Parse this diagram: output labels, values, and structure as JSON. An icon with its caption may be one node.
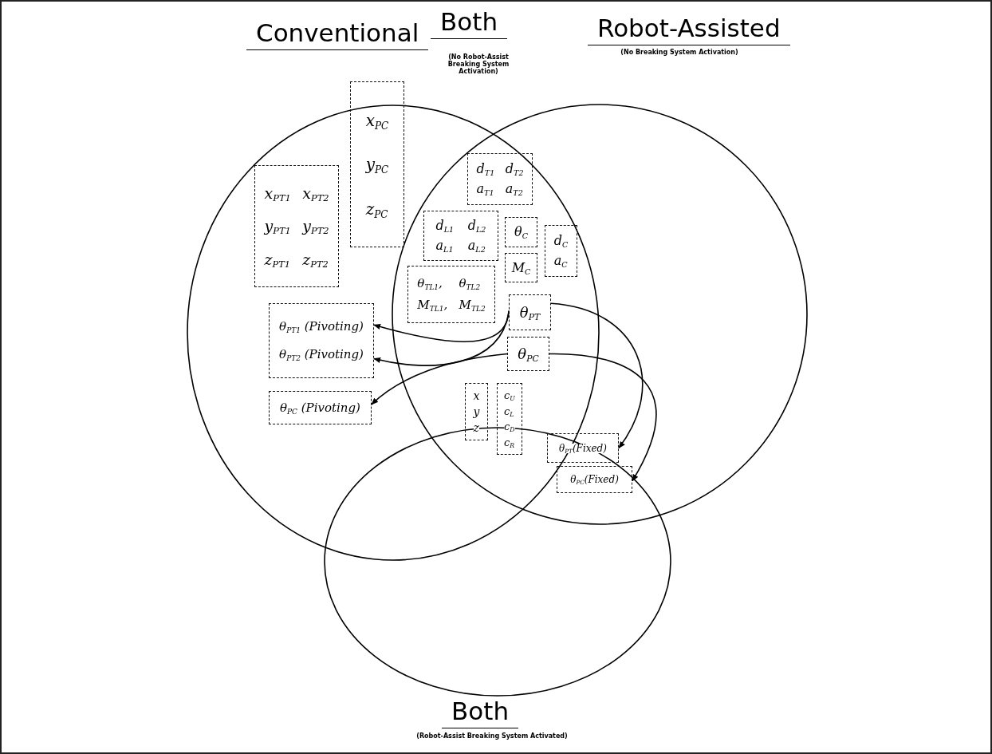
{
  "diagram": {
    "nodes": [
      {
        "text": [
          "x$_{PT1}$",
          "x$_{PT2}$",
          "y$_{PT1}$",
          "y$_{PT2}$",
          "z$_{PT1}$",
          "z$_{PT2}$"
        ]
      },
      {
        "text": [
          "x$_{PC}$",
          "y$_{PC}$",
          "z$_{PC}$"
        ]
      },
      {
        "text": [
          "d$_{T1}$",
          "d$_{T2}$",
          "a$_{T1}$",
          "a$_{T2}$"
        ]
      },
      {
        "text": [
          "d$_{L1}$",
          "d$_{L2}$",
          "a$_{L1}$",
          "a$_{L2}$"
        ]
      },
      {
        "text": [
          "θ$_{C}$"
        ]
      },
      {
        "text": [
          "M$_{C}$"
        ]
      },
      {
        "text": [
          "d$_{C}$",
          "a$_{C}$"
        ]
      },
      {
        "text": [
          "θ$_{TL1}$,",
          "θ$_{TL2}$",
          "M$_{TL1}$,",
          "M$_{TL2}$"
        ]
      },
      {
        "text": [
          "θ$_{PT}$"
        ]
      },
      {
        "text": [
          "θ$_{PC}$"
        ]
      },
      {
        "text": [
          "θ$_{PT1}$ (Pivoting)",
          "θ$_{PT2}$ (Pivoting)"
        ]
      },
      {
        "text": [
          "θ$_{PC}$ (Pivoting)"
        ]
      },
      {
        "text": [
          "x",
          "y",
          "z"
        ]
      },
      {
        "text": [
          "c$_{U}$",
          "c$_{L}$",
          "c$_{D}$",
          "c$_{R}$"
        ]
      },
      {
        "text": [
          "θ$_{PT}$(Fixed)"
        ]
      },
      {
        "text": [
          "θ$_{PC}$(Fixed)"
        ]
      }
    ],
    "edges": [
      {
        "from": 8,
        "to": 10,
        "arrow": "to"
      },
      {
        "from": 8,
        "to": 10,
        "arrow": "to"
      },
      {
        "from": 9,
        "to": 11,
        "arrow": "to"
      },
      {
        "from": 8,
        "to": 14,
        "arrow": "to"
      },
      {
        "from": 9,
        "to": 15,
        "arrow": "to"
      }
    ],
    "labels": [
      "Conventional",
      "Both",
      "(No Robot-Assist Breaking System Activation)",
      "Robot-Assisted",
      "(No Breaking System Activation)",
      "Both",
      "(Robot-Assist Breaking System Activated)"
    ]
  }
}
